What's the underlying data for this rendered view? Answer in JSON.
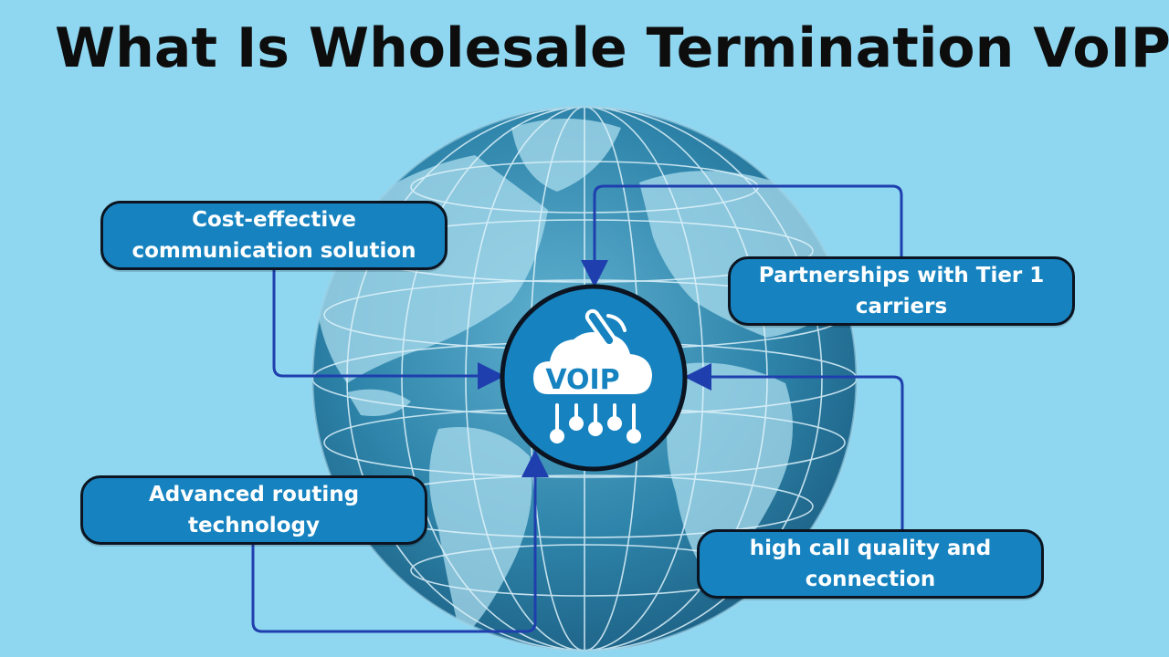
{
  "title": "What Is Wholesale Termination VoIP?",
  "hub": {
    "label": "VOIP",
    "icon": "voip-cloud-phone-icon"
  },
  "boxes": {
    "cost": "Cost-effective communication solution",
    "partnerships": "Partnerships with Tier 1 carriers",
    "routing": "Advanced routing technology",
    "quality": "high call quality and connection"
  },
  "colors": {
    "background": "#8fd6f0",
    "box_fill": "#1683c0",
    "box_border": "#0b1420",
    "connector": "#1f3fae",
    "globe": "#2c83a8"
  }
}
